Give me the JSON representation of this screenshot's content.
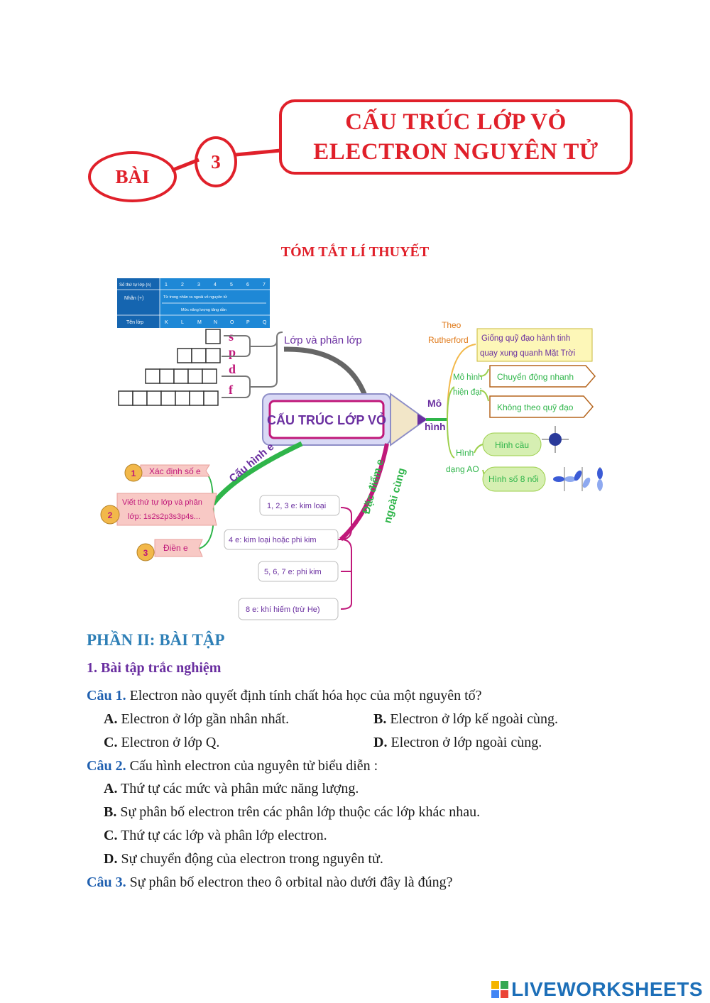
{
  "header": {
    "bai_label": "BÀI",
    "lesson_number": "3",
    "title_line1": "CẤU TRÚC LỚP VỎ",
    "title_line2": "ELECTRON NGUYÊN TỬ"
  },
  "summary_title": "TÓM TẮT LÍ THUYẾT",
  "mindmap": {
    "center": "CẤU TRÚC LỚP VỎ",
    "shell_table": {
      "row1_label": "Số thứ tự lớp (n)",
      "numbers": [
        "1",
        "2",
        "3",
        "4",
        "5",
        "6",
        "7"
      ],
      "row2_label": "Nhân (+)",
      "row2_note": "Từ trong nhân ra ngoài vỏ nguyên tử",
      "row2_note2": "Mức năng lượng tăng dần",
      "row3_label": "Tên lớp",
      "letters": [
        "K",
        "L",
        "M",
        "N",
        "O",
        "P",
        "Q"
      ]
    },
    "subshells": [
      "s",
      "p",
      "d",
      "f"
    ],
    "branch_layers": "Lớp và phân lớp",
    "branch_config": "Cấu hình e",
    "branch_features_line1": "Đặc điểm e",
    "branch_features_line2": "ngoài cùng",
    "branch_model_line1": "Mô",
    "branch_model_line2": "hình",
    "config_steps": [
      {
        "num": "1",
        "text": "Xác định số e"
      },
      {
        "num": "2",
        "text_line1": "Viết thứ tự lớp và phân",
        "text_line2": "lớp: 1s2s2p3s3p4s..."
      },
      {
        "num": "3",
        "text": "Điền e"
      }
    ],
    "features": [
      "1, 2, 3 e: kim loại",
      "4 e: kim loại hoặc phi kim",
      "5, 6, 7 e: phi kim",
      "8 e: khí hiếm (trừ He)"
    ],
    "rutherford_label_line1": "Theo",
    "rutherford_label_line2": "Rutherford",
    "rutherford_text_line1": "Giống quỹ đạo hành tinh",
    "rutherford_text_line2": "quay xung quanh Mặt Trời",
    "modern_label_line1": "Mô hình",
    "modern_label_line2": "hiện đại",
    "modern_items": [
      "Chuyển động nhanh",
      "Không theo quỹ đạo"
    ],
    "shape_label_line1": "Hình",
    "shape_label_line2": "dạng AO",
    "shape_items": [
      "Hình cầu",
      "Hình số 8 nổi"
    ]
  },
  "section": {
    "title": "PHẦN II: BÀI TẬP",
    "subtitle": "1. Bài tập trắc nghiệm"
  },
  "questions": [
    {
      "label": "Câu 1.",
      "text": " Electron nào quyết định tính chất hóa học của một nguyên tố?",
      "options": [
        {
          "key": "A.",
          "text": " Electron ở lớp gần nhân nhất."
        },
        {
          "key": "B.",
          "text": " Electron ở lớp kế ngoài cùng."
        },
        {
          "key": "C.",
          "text": " Electron ở lớp Q."
        },
        {
          "key": "D.",
          "text": " Electron ở lớp ngoài cùng."
        }
      ]
    },
    {
      "label": "Câu 2.",
      "text": " Cấu hình electron của nguyên tử biểu diễn :",
      "options": [
        {
          "key": "A.",
          "text": " Thứ tự các mức và phân mức năng lượng."
        },
        {
          "key": "B.",
          "text": " Sự phân bố electron trên các phân lớp thuộc các lớp khác nhau."
        },
        {
          "key": "C.",
          "text": " Thứ tự các lớp và phân lớp electron."
        },
        {
          "key": "D.",
          "text": " Sự chuyển động của electron trong nguyên tử."
        }
      ]
    },
    {
      "label": "Câu 3.",
      "text": " Sự phân bố electron theo ô orbital nào dưới đây là đúng?"
    }
  ],
  "watermark": "LIVEWORKSHEETS",
  "colors": {
    "red": "#e0202a",
    "blue_label": "#2060b0",
    "section": "#2e7fb6",
    "purple": "#6a2fa0",
    "green": "#2fb54a",
    "magenta": "#c0187a"
  }
}
